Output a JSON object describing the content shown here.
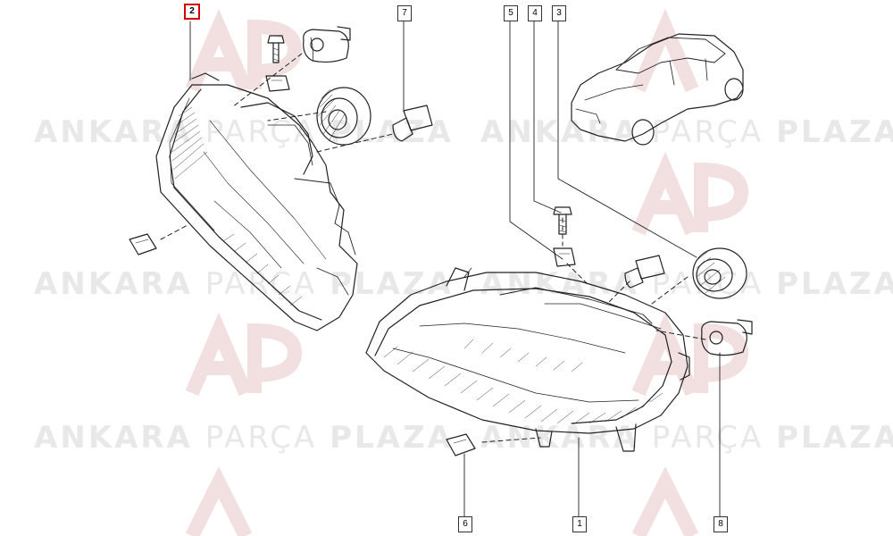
{
  "watermark": {
    "part1": "ANKARA",
    "part2": "PARÇA",
    "part3": "PLAZA",
    "logo_text": "AP"
  },
  "callouts": [
    {
      "id": "c2",
      "label": "2",
      "highlight": true
    },
    {
      "id": "c7",
      "label": "7",
      "highlight": false
    },
    {
      "id": "c5",
      "label": "5",
      "highlight": false
    },
    {
      "id": "c4",
      "label": "4",
      "highlight": false
    },
    {
      "id": "c3",
      "label": "3",
      "highlight": false
    },
    {
      "id": "c6",
      "label": "6",
      "highlight": false
    },
    {
      "id": "c1",
      "label": "1",
      "highlight": false
    },
    {
      "id": "c8",
      "label": "8",
      "highlight": false
    }
  ],
  "colors": {
    "highlight": "#d40000",
    "line": "#222222",
    "watermark": "#e6e6e6",
    "logo": "#f3dede"
  }
}
